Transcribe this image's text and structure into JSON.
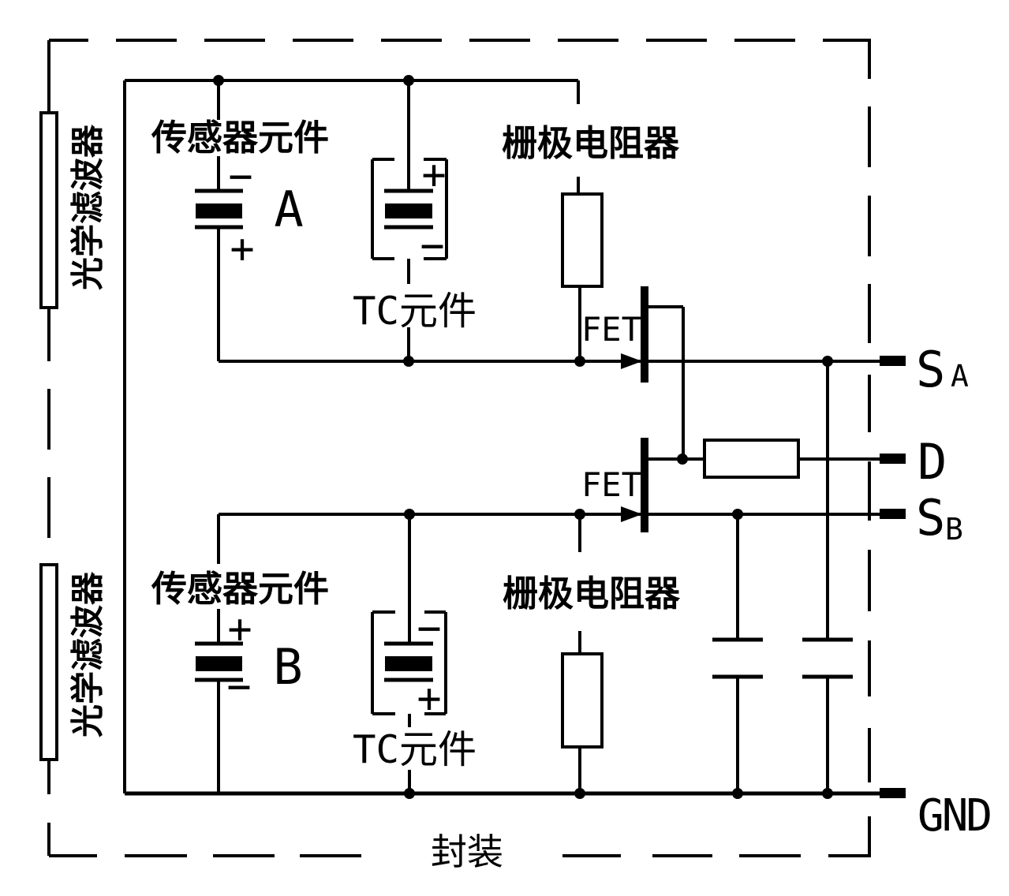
{
  "diagram": {
    "type": "circuit-schematic",
    "labels": {
      "package": "封装",
      "optical_filter": "光学滤波器",
      "sensor_element": "传感器元件",
      "tc_element": "TC元件",
      "gate_resistor": "栅极电阻器",
      "fet": "FET",
      "element_a": "A",
      "element_b": "B",
      "plus": "+",
      "minus": "−"
    },
    "terminals": {
      "source_a": "S",
      "source_a_sub": "A",
      "drain": "D",
      "source_b": "S",
      "source_b_sub": "B",
      "ground": "GND"
    },
    "polarities": {
      "sensor_a": {
        "top": "−",
        "bottom": "+"
      },
      "tc_a": {
        "top": "+",
        "bottom": "−"
      },
      "sensor_b": {
        "top": "+",
        "bottom": "−"
      },
      "tc_b": {
        "top": "−",
        "bottom": "+"
      }
    },
    "colors": {
      "line": "#000000",
      "background": "#ffffff"
    }
  }
}
